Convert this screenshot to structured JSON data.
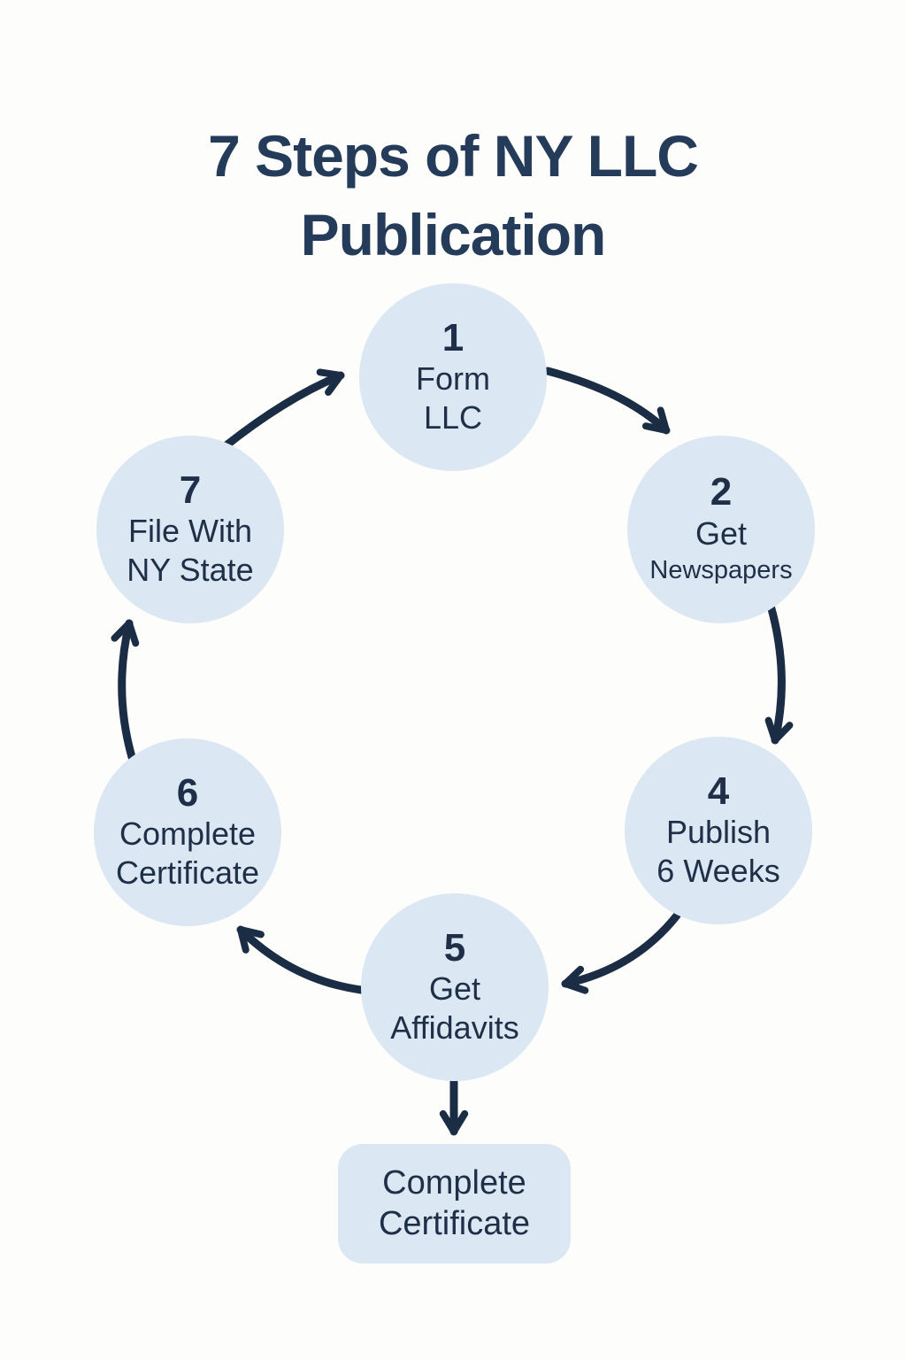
{
  "title": {
    "line1": "7 Steps of NY LLC",
    "line2": "Publication"
  },
  "steps": [
    {
      "id": "1",
      "lines": [
        "Form",
        "LLC"
      ]
    },
    {
      "id": "2",
      "lines": [
        "Get",
        "Newspapers"
      ]
    },
    {
      "id": "4",
      "lines": [
        "Publish",
        "6 Weeks"
      ]
    },
    {
      "id": "5",
      "lines": [
        "Get",
        "Affidavits"
      ]
    },
    {
      "id": "6",
      "lines": [
        "Complete",
        "Certificate"
      ]
    },
    {
      "id": "7",
      "lines": [
        "File With",
        "NY State"
      ]
    }
  ],
  "final_box": {
    "lines": [
      "Complete",
      "Certificate"
    ]
  },
  "colors": {
    "background": "#fdfdfb",
    "node_fill": "#dbe7f3",
    "node_text": "#1e2f47",
    "title_text": "#243b59",
    "arrow": "#1b2c45"
  }
}
